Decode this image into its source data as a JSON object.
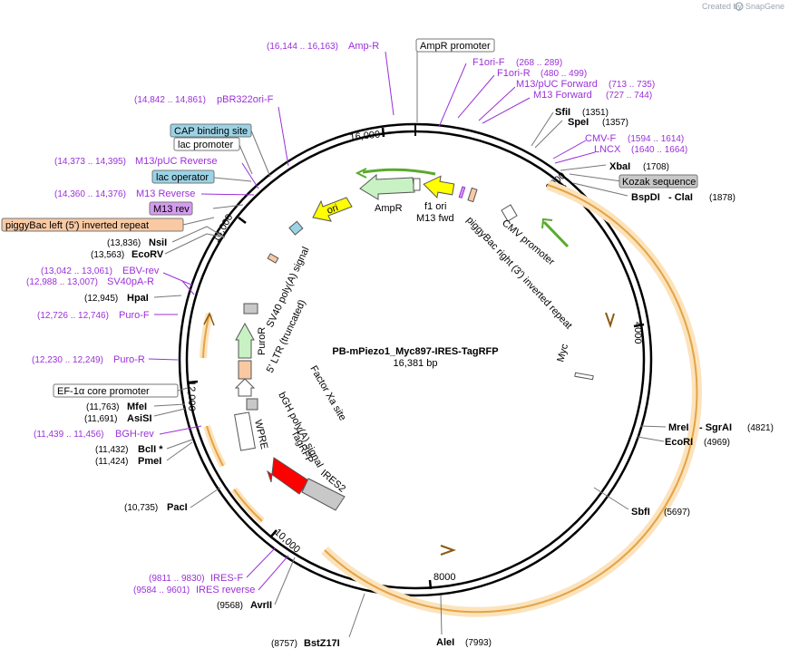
{
  "watermark": {
    "prefix": "Created by",
    "brand": "SnapGene"
  },
  "plasmid": {
    "name": "PB-mPiezo1_Myc897-IRES-TagRFP",
    "size_label": "16,381 bp"
  },
  "ticks": [
    "2000",
    "4000",
    "8000",
    "10,000",
    "12,000",
    "14,000",
    "16,000"
  ],
  "enzymes": {
    "sfiI_top": {
      "name": "SfiI",
      "pos": "(1351)"
    },
    "speI": {
      "name": "SpeI",
      "pos": "(1357)"
    },
    "xbaI": {
      "name": "XbaI",
      "pos": "(1708)"
    },
    "bspDI": {
      "name": "BspDI",
      "name2": "- ClaI",
      "pos": "(1878)"
    },
    "mreI": {
      "name": "MreI",
      "name2": "- SgrAI",
      "pos": "(4821)"
    },
    "ecoRI": {
      "name": "EcoRI",
      "pos": "(4969)"
    },
    "sbfI": {
      "name": "SbfI",
      "pos": "(5697)"
    },
    "aleI": {
      "name": "AleI",
      "pos": "(7993)"
    },
    "bstZ17I": {
      "name": "BstZ17I",
      "pos": "(8757)"
    },
    "avrII": {
      "name": "AvrII",
      "pos": "(9568)"
    },
    "pacI": {
      "name": "PacI",
      "pos": "(10,735)"
    },
    "pmeI": {
      "name": "PmeI",
      "pos": "(11,424)"
    },
    "bclI": {
      "name": "BclI *",
      "pos": "(11,432)"
    },
    "asiSI": {
      "name": "AsiSI",
      "pos": "(11,691)"
    },
    "mfeI": {
      "name": "MfeI",
      "pos": "(11,763)"
    },
    "hpaI": {
      "name": "HpaI",
      "pos": "(12,945)"
    },
    "ecoRV": {
      "name": "EcoRV",
      "pos": "(13,563)"
    },
    "nsiI": {
      "name": "NsiI",
      "pos": "(13,836)"
    }
  },
  "primers": {
    "ampR": {
      "name": "Amp-R",
      "pos": "(16,144 .. 16,163)"
    },
    "f1oriF": {
      "name": "F1ori-F",
      "pos": "(268 .. 289)"
    },
    "f1oriR": {
      "name": "F1ori-R",
      "pos": "(480 .. 499)"
    },
    "m13puc_fwd": {
      "name": "M13/pUC Forward",
      "pos": "(713 .. 735)"
    },
    "m13fwd": {
      "name": "M13 Forward",
      "pos": "(727 .. 744)"
    },
    "cmvF": {
      "name": "CMV-F",
      "pos": "(1594 .. 1614)"
    },
    "lncx": {
      "name": "LNCX",
      "pos": "(1640 .. 1664)"
    },
    "pbr322": {
      "name": "pBR322ori-F",
      "pos": "(14,842 .. 14,861)"
    },
    "m13puc_rev": {
      "name": "M13/pUC Reverse",
      "pos": "(14,373 .. 14,395)"
    },
    "m13rev_p": {
      "name": "M13 Reverse",
      "pos": "(14,360 .. 14,376)"
    },
    "ebvRev": {
      "name": "EBV-rev",
      "pos": "(13,042 .. 13,061)"
    },
    "sv40paR": {
      "name": "SV40pA-R",
      "pos": "(12,988 .. 13,007)"
    },
    "puroF": {
      "name": "Puro-F",
      "pos": "(12,726 .. 12,746)"
    },
    "puroR": {
      "name": "Puro-R",
      "pos": "(12,230 .. 12,249)"
    },
    "bghRev": {
      "name": "BGH-rev",
      "pos": "(11,439 .. 11,456)"
    },
    "iresF": {
      "name": "IRES-F",
      "pos": "(9811 .. 9830)"
    },
    "iresRev": {
      "name": "IRES reverse",
      "pos": "(9584 .. 9601)"
    }
  },
  "boxed_features": {
    "ampR_promoter": "AmpR promoter",
    "cap_binding": "CAP binding site",
    "lac_promoter": "lac promoter",
    "lac_operator": "lac operator",
    "m13_rev": "M13 rev",
    "piggybac_left": "piggyBac left (5') inverted repeat",
    "kozak": "Kozak sequence",
    "ef1a_core": "EF-1α core promoter"
  },
  "features": {
    "ampR": "AmpR",
    "ori": "ori",
    "f1_ori": "f1 ori",
    "m13_fwd": "M13 fwd",
    "cmv_promoter": "CMV promoter",
    "piggybac_right": "piggyBac right (3') inverted repeat",
    "myc": "Myc",
    "sv40_polya": "SV40 poly(A) signal",
    "ltr": "5' LTR (truncated)",
    "puroR": "PuroR",
    "factor_xa": "Factor Xa site",
    "bgh_polya": "bGH poly(A) signal",
    "wpre": "WPRE",
    "tagRFP": "TagRFP",
    "ires2": "IRES2"
  },
  "colors": {
    "backbone": "#000000",
    "primer": "#9b30d9",
    "orf_gold": "#e6a341",
    "orf_fill": "#fbe3bd",
    "green_arrow": "#5aaa2c",
    "ampR_fill": "#c9f2c4",
    "ori_fill": "#ffff00",
    "tagrfp_fill": "#ff0000",
    "blue_box": "#9ad3e6",
    "purple_box": "#d59bf0",
    "orange_box": "#f8c9a3",
    "gray_box": "#c8c8c8"
  }
}
